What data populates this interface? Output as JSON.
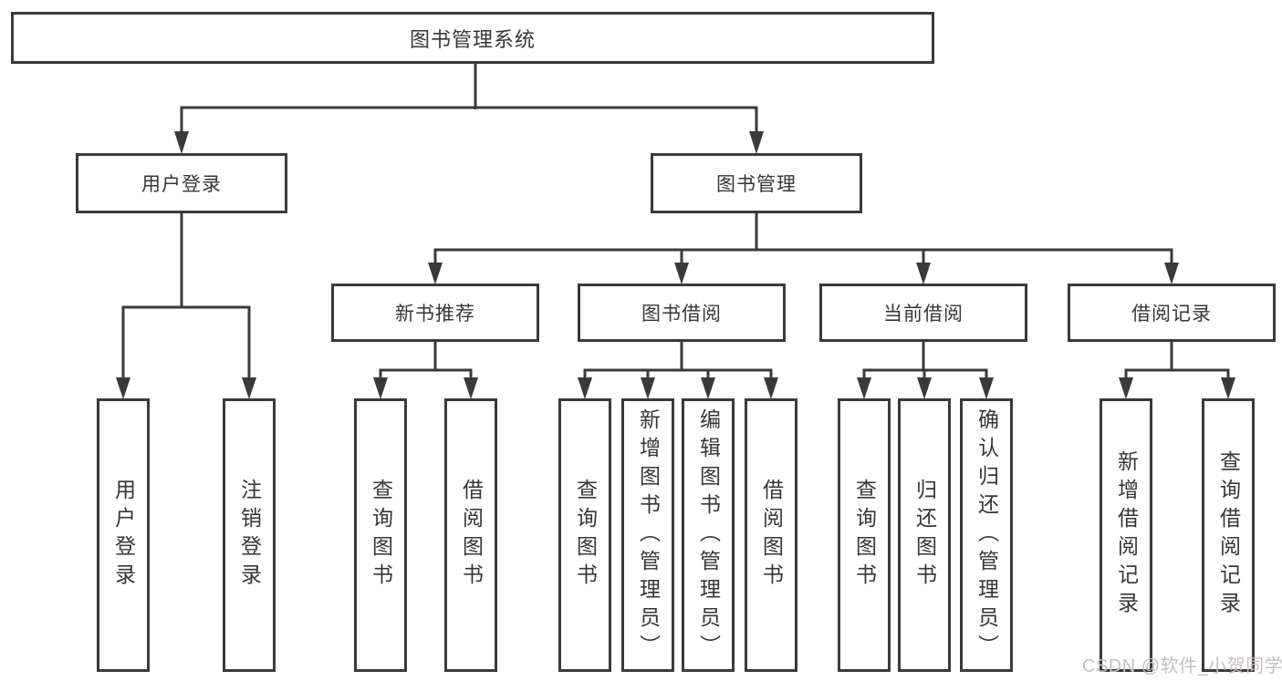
{
  "root": {
    "label": "图书管理系统"
  },
  "branches": [
    {
      "label": "用户登录"
    },
    {
      "label": "图书管理"
    }
  ],
  "modules": [
    {
      "label": "新书推荐"
    },
    {
      "label": "图书借阅"
    },
    {
      "label": "当前借阅"
    },
    {
      "label": "借阅记录"
    }
  ],
  "leaves": [
    {
      "label": "用户登录"
    },
    {
      "label": "注销登录"
    },
    {
      "label": "查询图书"
    },
    {
      "label": "借阅图书"
    },
    {
      "label": "查询图书"
    },
    {
      "label": "新增图书（管理员）"
    },
    {
      "label": "编辑图书（管理员）"
    },
    {
      "label": "借阅图书"
    },
    {
      "label": "查询图书"
    },
    {
      "label": "归还图书"
    },
    {
      "label": "确认归还（管理员）"
    },
    {
      "label": "新增借阅记录"
    },
    {
      "label": "查询借阅记录"
    }
  ],
  "watermark": {
    "text": "CSDN @软件_小贺同学"
  },
  "colors": {
    "line": "#3a3a3a",
    "text": "#363636",
    "box_fill": "#ffffff",
    "watermark": "#c7bfbf"
  }
}
